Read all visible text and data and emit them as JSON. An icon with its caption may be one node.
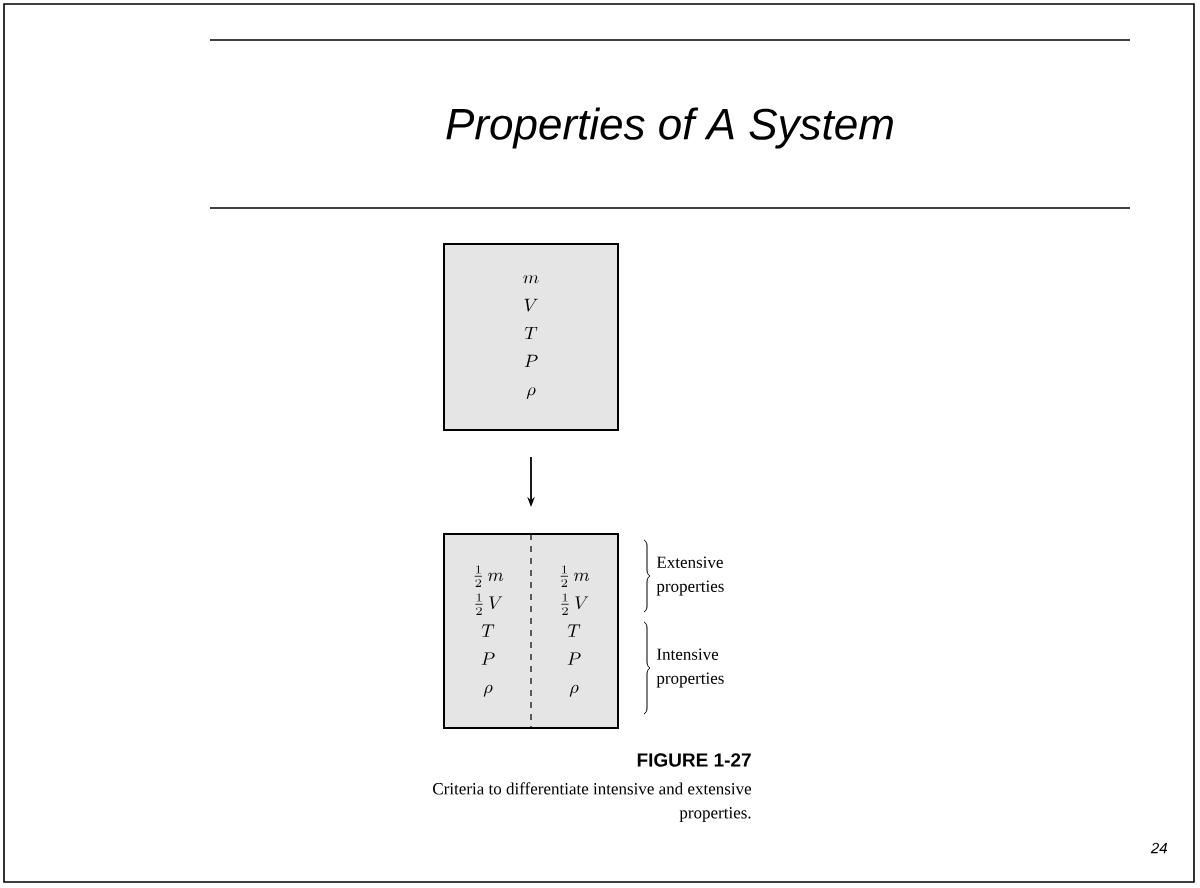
{
  "diagram": {
    "title": "Properties of A System",
    "caption": "Criteria to differentiate intensive and extensive properties.",
    "nodes": [
      {
        "text": [
          "m",
          "V",
          "T",
          "P",
          "\\rho"
        ]
      },
      {
        "text": [],
        "shape": "box"
      },
      {
        "text": [
          "\\frac{1}{2}\\,m",
          "\\frac{1}{2}\\,V",
          "T",
          "P",
          "\\rho"
        ],
        "in": 1
      },
      {
        "text": [
          "\\frac{1}{2}\\,m",
          "\\frac{1}{2}\\,V",
          "T",
          "P",
          "\\rho"
        ],
        "in": 1
      }
    ],
    "edges": [
      {
        "from": 0,
        "to": 1,
        "arrow": "to"
      }
    ],
    "labels": [
      "Extensive properties",
      "Intensive properties",
      "FIGURE 1-27",
      "24"
    ]
  }
}
